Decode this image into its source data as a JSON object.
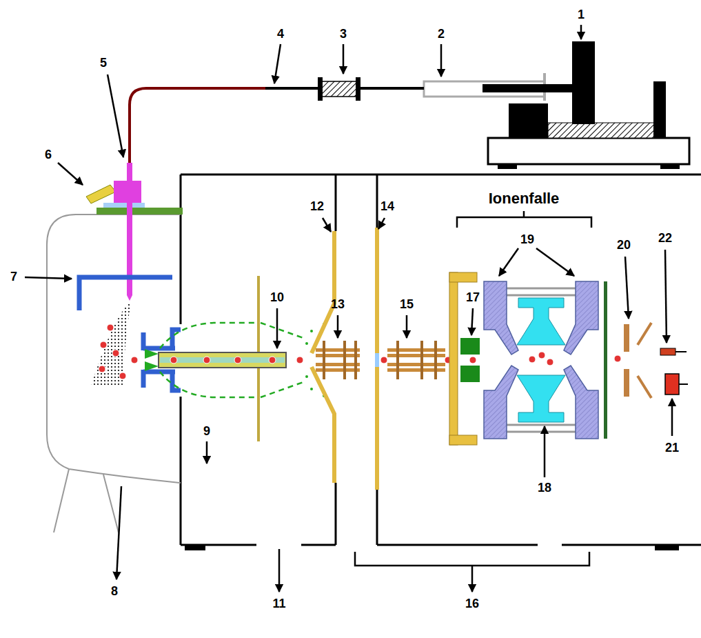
{
  "diagram": {
    "labels": [
      "1",
      "2",
      "3",
      "4",
      "5",
      "6",
      "Ionenfalle",
      "19",
      "22",
      "20",
      "12",
      "14",
      "7",
      "10",
      "13",
      "15",
      "17",
      "9",
      "18",
      "21",
      "8",
      "11",
      "16"
    ]
  }
}
